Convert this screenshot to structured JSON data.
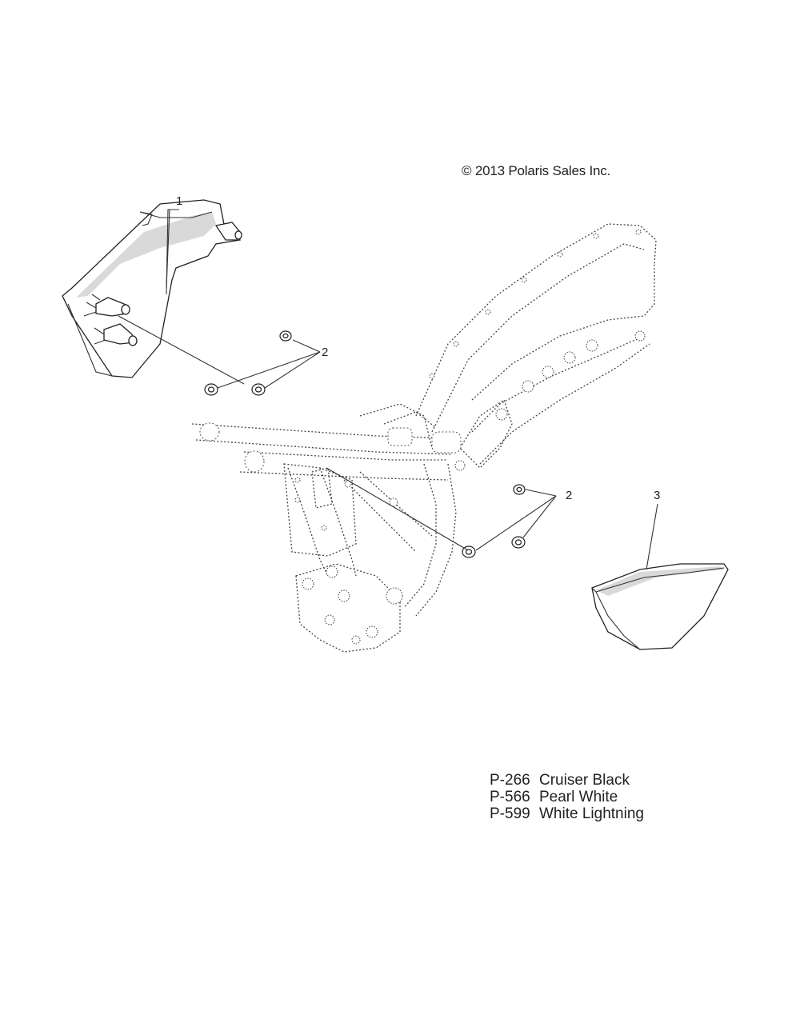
{
  "copyright": "© 2013 Polaris Sales Inc.",
  "callouts": [
    "1",
    "2",
    "2",
    "3"
  ],
  "legend": [
    {
      "code": "P-266",
      "name": "Cruiser Black"
    },
    {
      "code": "P-566",
      "name": "Pearl White"
    },
    {
      "code": "P-599",
      "name": "White Lightning"
    }
  ]
}
